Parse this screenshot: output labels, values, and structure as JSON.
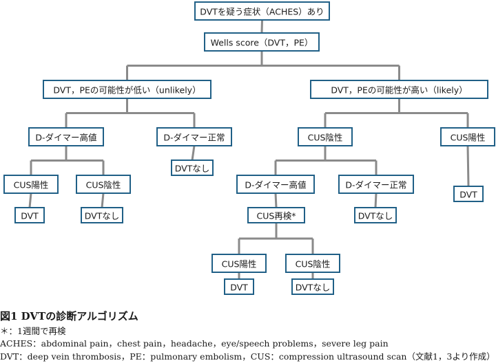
{
  "nodes": {
    "root": "DVTを疑う症状（ACHES）あり",
    "wells": "Wells score（DVT，PE）",
    "low": "DVT，PEの可能性が低い（unlikely）",
    "high": "DVT，PEの可能性が高い（likely）",
    "low_ddimer_high": "D-ダイマー高値",
    "low_ddimer_normal": "D-ダイマー正常",
    "low_ddimer_normal_result": "DVTなし",
    "low_cus_positive": "CUS陽性",
    "low_cus_negative": "CUS陰性",
    "low_cus_positive_result": "DVT",
    "low_cus_negative_result": "DVTなし",
    "high_cus_negative": "CUS陰性",
    "high_cus_positive": "CUS陽性",
    "high_cus_positive_result": "DVT",
    "high_ddimer_high": "D-ダイマー高値",
    "high_ddimer_normal": "D-ダイマー正常",
    "high_ddimer_normal_result": "DVTなし",
    "recheck": "CUS再検*",
    "recheck_positive": "CUS陽性",
    "recheck_negative": "CUS陰性",
    "recheck_positive_result": "DVT",
    "recheck_negative_result": "DVTなし"
  },
  "caption": {
    "title": "図1 DVTの診断アルゴリズム",
    "note": "＊：1週間で再検",
    "aches": "ACHES：abdominal pain，chest pain，headache，eye/speech problems，severe leg pain",
    "abbrev": "DVT：deep vein thrombosis，PE：pulmonary embolism，CUS：compression ultrasound scan（文献1，3より作成）"
  },
  "colors": {
    "box_border": "#1f5f86",
    "connector": "#8a8a8a"
  }
}
